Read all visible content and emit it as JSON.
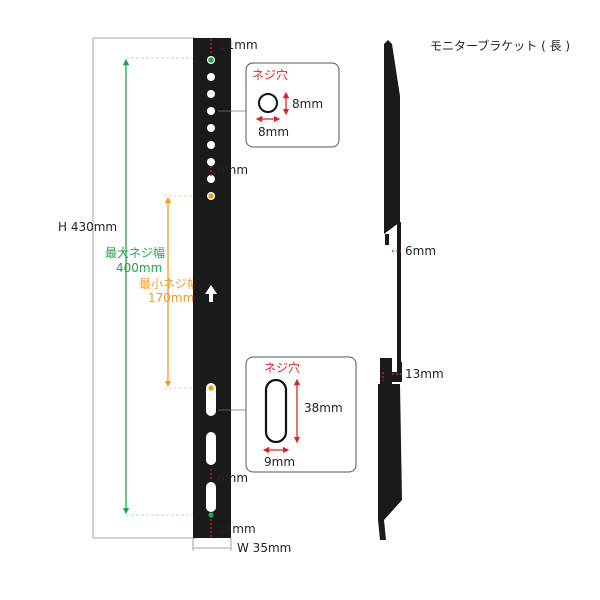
{
  "labels": {
    "title": "モニターブラケット ( 長 )",
    "height": "H 430mm",
    "max_screw_pitch": "最大ネジ幅",
    "max_screw_value": "400mm",
    "min_screw_pitch": "最小ネジ幅",
    "min_screw_value": "170mm",
    "top_margin": "11mm",
    "bottom_margin": "11mm",
    "upper_hole_offset": "6mm",
    "lower_hole_offset": "6mm",
    "width": "W 35mm",
    "screw_hole_title_1": "ネジ穴",
    "round_hole_h": "8mm",
    "round_hole_w": "8mm",
    "screw_hole_title_2": "ネジ穴",
    "slot_hole_h": "38mm",
    "slot_hole_w": "9mm",
    "side_gap": "6mm",
    "side_hook": "13mm"
  },
  "colors": {
    "bracket": "#1a1a1a",
    "red": "#d9252a",
    "green": "#27a04a",
    "orange": "#f39a1e",
    "line": "#777777"
  },
  "icons": {
    "direction": "up-arrow-icon"
  }
}
